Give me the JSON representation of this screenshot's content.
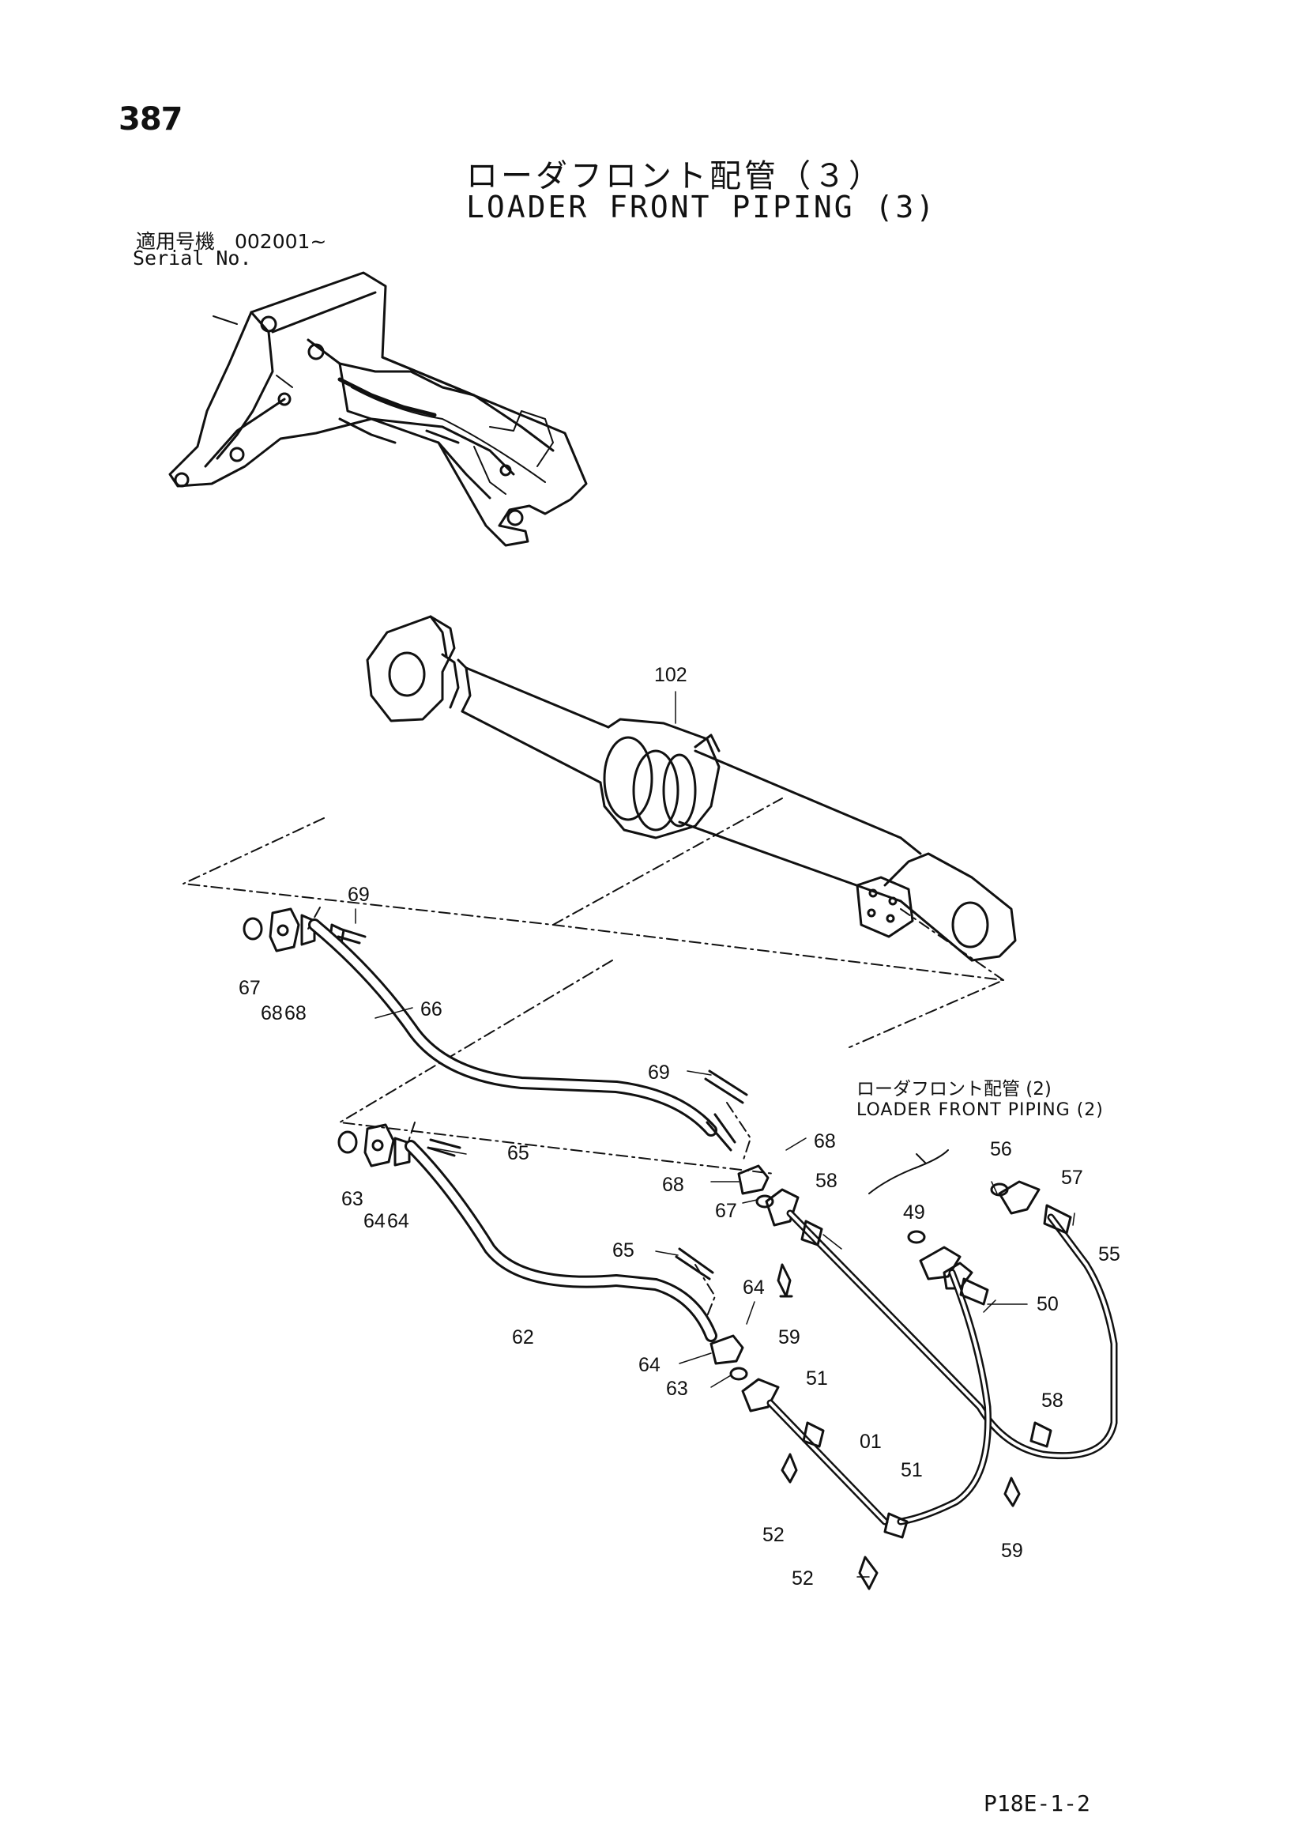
{
  "page_number": "387",
  "title_jp": "ローダフロント配管（３）",
  "title_en": "LOADER FRONT PIPING (3)",
  "serial_jp": "適用号機　002001~",
  "serial_en": "Serial No.",
  "ref_jp": "ローダフロント配管 (2)",
  "ref_en": "LOADER FRONT PIPING (2)",
  "footer_code": "P18E-1-2",
  "callouts": {
    "c102": "102",
    "c69a": "69",
    "c67a": "67",
    "c68a": "68",
    "c68b": "68",
    "c66": "66",
    "c69b": "69",
    "c68c": "68",
    "c68d": "68",
    "c67b": "67",
    "c63a": "63",
    "c64a": "64",
    "c64b": "64",
    "c65a": "65",
    "c65b": "65",
    "c62": "62",
    "c64c": "64",
    "c64d": "64",
    "c63b": "63",
    "c58a": "58",
    "c59a": "59",
    "c56": "56",
    "c57": "57",
    "c49": "49",
    "c50": "50",
    "c55": "55",
    "c51a": "51",
    "c01": "01",
    "c51b": "51",
    "c52a": "52",
    "c52b": "52",
    "c58b": "58",
    "c59b": "59"
  }
}
